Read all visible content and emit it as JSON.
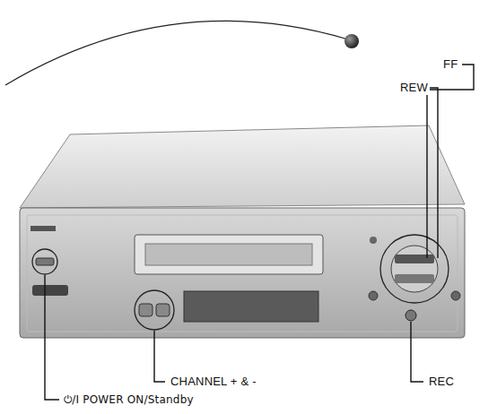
{
  "diagram": {
    "labels": [
      "FF",
      "REW",
      "CHANNEL + & -",
      "REC",
      "⏻/I POWER ON/Standby"
    ]
  }
}
